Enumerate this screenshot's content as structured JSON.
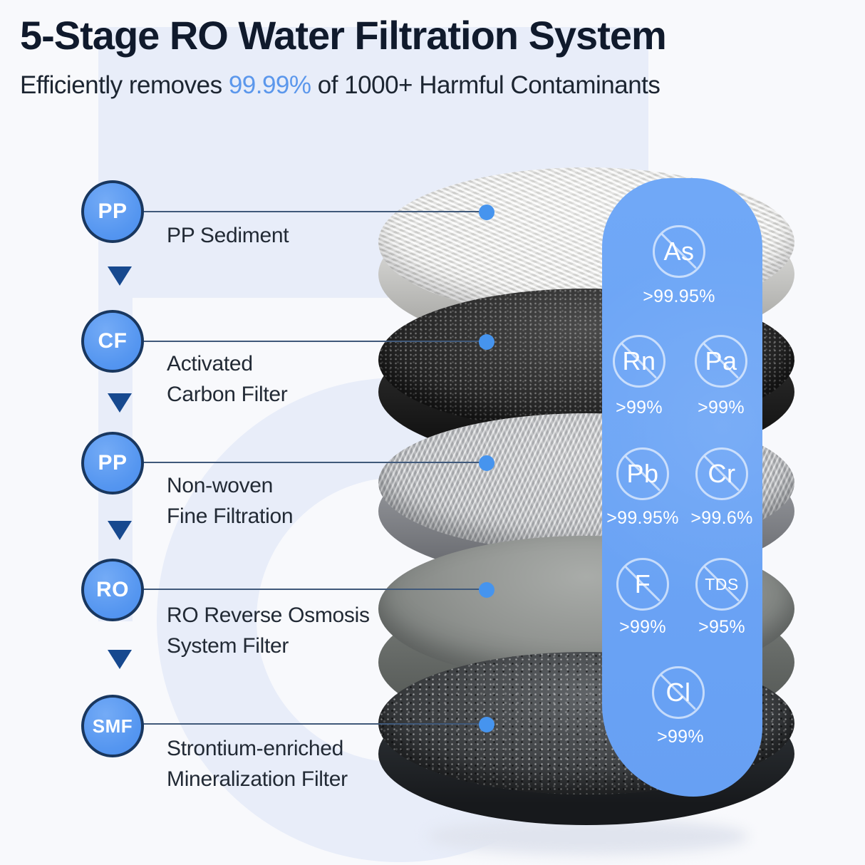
{
  "header": {
    "title": "5-Stage RO Water Filtration System",
    "subtitle_prefix": "Efficiently removes ",
    "subtitle_accent": "99.99%",
    "subtitle_suffix": " of 1000+ Harmful Contaminants"
  },
  "stages": [
    {
      "badge": "PP",
      "label": "PP Sediment"
    },
    {
      "badge": "CF",
      "label": "Activated\nCarbon Filter"
    },
    {
      "badge": "PP",
      "label": "Non-woven\nFine Filtration"
    },
    {
      "badge": "RO",
      "label": "RO Reverse Osmosis\nSystem Filter"
    },
    {
      "badge": "SMF",
      "label": "Strontium-enriched\nMineralization Filter"
    }
  ],
  "contaminants": [
    {
      "symbol": "As",
      "removal": ">99.95%"
    },
    {
      "symbol": "Rn",
      "removal": ">99%"
    },
    {
      "symbol": "Pa",
      "removal": ">99%"
    },
    {
      "symbol": "Pb",
      "removal": ">99.95%"
    },
    {
      "symbol": "Cr",
      "removal": ">99.6%"
    },
    {
      "symbol": "F",
      "removal": ">99%"
    },
    {
      "symbol": "TDS",
      "removal": ">95%"
    },
    {
      "symbol": "Cl",
      "removal": ">99%"
    }
  ],
  "colors": {
    "accent_blue": "#5b97ec",
    "panel_blue": "#6aa3f5",
    "badge_blue": "#5596f0",
    "badge_border": "#19375f",
    "dot_blue": "#4694ee",
    "title_navy": "#101a2c",
    "watermark_blue": "#e8edf9"
  }
}
